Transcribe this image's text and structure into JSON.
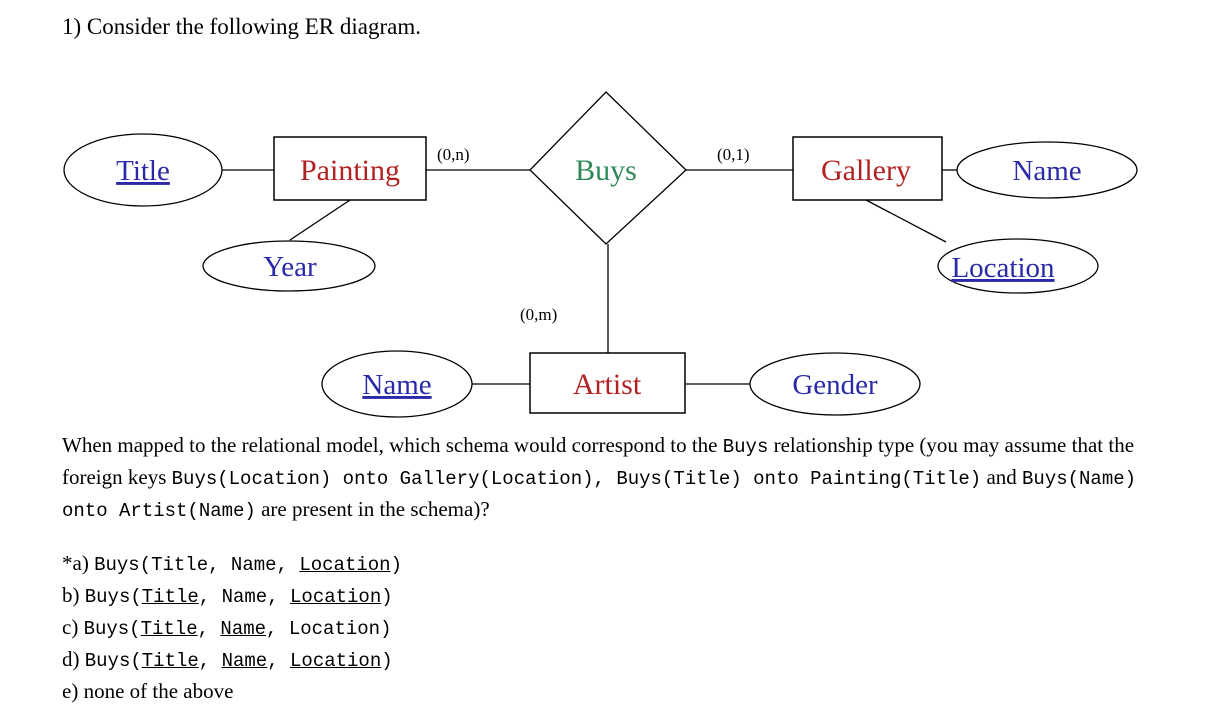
{
  "question_title": "1) Consider the following ER diagram.",
  "diagram": {
    "entities": {
      "painting": "Painting",
      "gallery": "Gallery",
      "artist": "Artist"
    },
    "relationship": "Buys",
    "attributes": {
      "painting_title": "Title",
      "painting_year": "Year",
      "gallery_name": "Name",
      "gallery_location": "Location",
      "artist_name": "Name",
      "artist_gender": "Gender"
    },
    "cardinalities": {
      "painting_buys": "(0,n)",
      "buys_gallery": "(0,1)",
      "buys_artist": "(0,m)"
    },
    "colors": {
      "entity_text": "#b22222",
      "attribute_text": "#2a2aa8",
      "relationship_text": "#2e8b57"
    }
  },
  "question": {
    "p1": "When mapped to the relational model, which schema would correspond to the ",
    "c1": "Buys",
    "p2": " relationship type (you may assume that the foreign keys ",
    "c2": "Buys(Location) onto Gallery(Location), Buys(Title) onto Painting(Title)",
    "p3": " and ",
    "c3": "Buys(Name) onto Artist(Name)",
    "p4": " are present in the schema)?"
  },
  "options": {
    "a_label": "*a) ",
    "b_label": "b) ",
    "c_label": "c) ",
    "d_label": "d) ",
    "e_label": "e) none of the above",
    "rel": "Buys(",
    "title": "Title",
    "name": "Name",
    "location": "Location",
    "sep": ", ",
    "close": ")"
  }
}
